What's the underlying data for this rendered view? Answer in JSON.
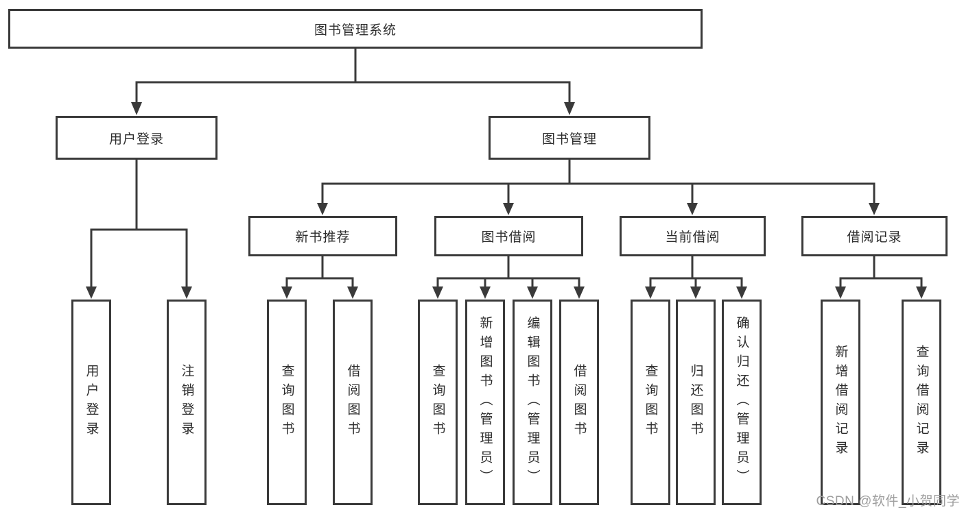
{
  "tree": {
    "root": "图书管理系统",
    "children": [
      {
        "label": "用户登录",
        "children": [
          "用户登录",
          "注销登录"
        ]
      },
      {
        "label": "图书管理",
        "children": [
          {
            "label": "新书推荐",
            "children": [
              "查询图书",
              "借阅图书"
            ]
          },
          {
            "label": "图书借阅",
            "children": [
              "查询图书",
              "新增图书（管理员）",
              "编辑图书（管理员）",
              "借阅图书"
            ]
          },
          {
            "label": "当前借阅",
            "children": [
              "查询图书",
              "归还图书",
              "确认归还（管理员）"
            ]
          },
          {
            "label": "借阅记录",
            "children": [
              "新增借阅记录",
              "查询借阅记录"
            ]
          }
        ]
      }
    ]
  },
  "watermark": {
    "text": "CSDN @软件_小贺同学"
  },
  "colors": {
    "line": "#3a3a3a",
    "text": "#2d2d2d",
    "background": "#ffffff",
    "watermark": "#9e9e9e"
  }
}
